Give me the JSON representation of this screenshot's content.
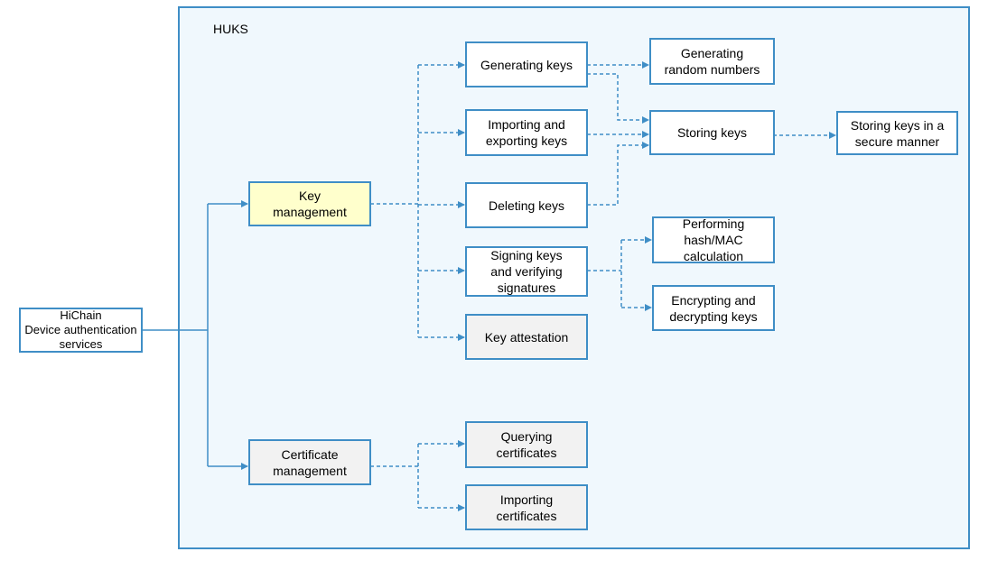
{
  "title": "HUKS",
  "colors": {
    "line": "#3f8ec6",
    "container_bg": "#f0f8fd",
    "highlight": "#ffffcc",
    "gray": "#f2f2f2"
  },
  "nodes": {
    "hichain": "HiChain\nDevice authentication\nservices",
    "key_management": "Key\nmanagement",
    "certificate_management": "Certificate\nmanagement",
    "generating_keys": "Generating keys",
    "importing_exporting_keys": "Importing and\nexporting keys",
    "deleting_keys": "Deleting keys",
    "signing_verifying": "Signing keys\nand verifying\nsignatures",
    "key_attestation": "Key attestation",
    "querying_certificates": "Querying\ncertificates",
    "importing_certificates": "Importing\ncertificates",
    "generating_random_numbers": "Generating\nrandom numbers",
    "storing_keys": "Storing keys",
    "storing_keys_secure": "Storing keys in a\nsecure manner",
    "hash_mac": "Performing\nhash/MAC\ncalculation",
    "encrypting_decrypting": "Encrypting and\ndecrypting keys"
  }
}
